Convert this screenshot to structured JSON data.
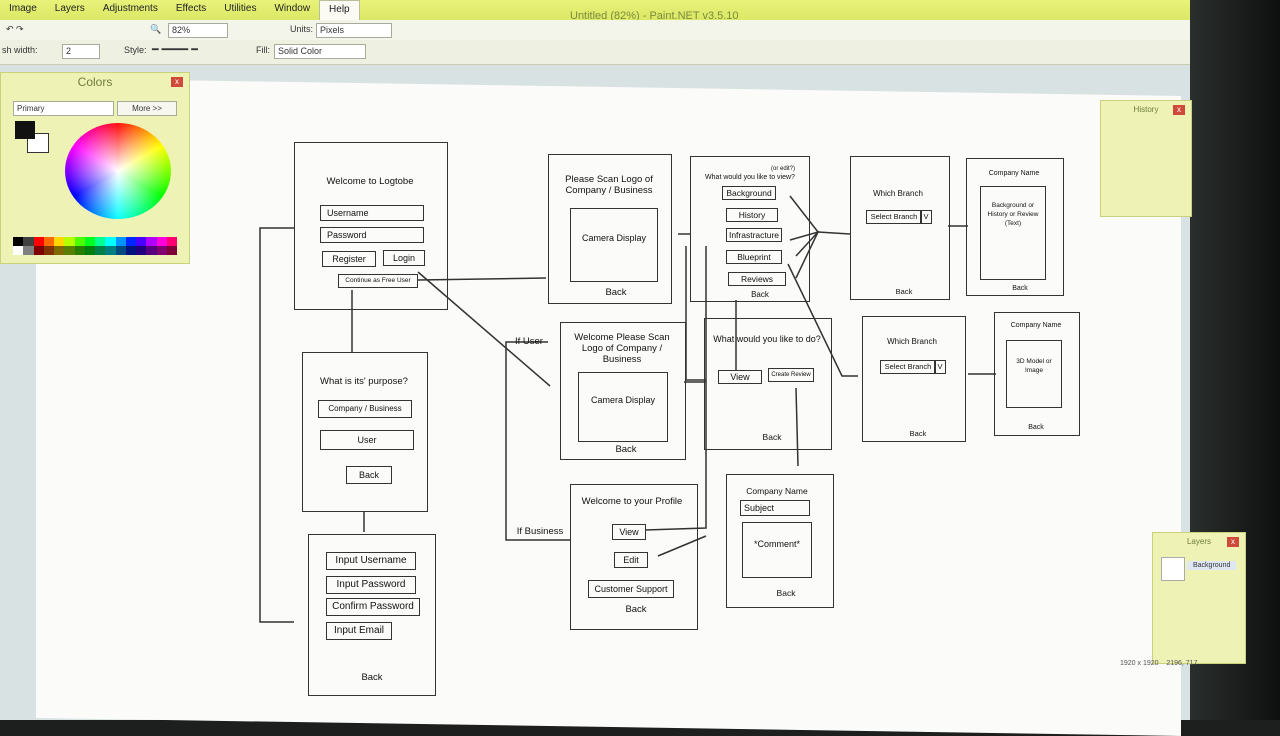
{
  "app": {
    "window_title": "Untitled (82%) - Paint.NET v3.5.10",
    "menu": [
      "Image",
      "Layers",
      "Adjustments",
      "Effects",
      "Utilities",
      "Window",
      "Help"
    ],
    "toolbar": {
      "zoom": "82%",
      "units_label": "Units:",
      "units_value": "Pixels",
      "brush_width_label": "sh width:",
      "brush_width_value": "2",
      "style_label": "Style:",
      "fill_label": "Fill:",
      "fill_value": "Solid Color"
    },
    "colors_panel": {
      "title": "Colors",
      "primary": "Primary",
      "more": "More >>"
    },
    "history_panel": {
      "title": "History"
    },
    "layers_panel": {
      "title": "Layers",
      "layer": "Background"
    },
    "status": {
      "size": "1920 x 1920",
      "coords": "2196, 717"
    }
  },
  "mockup": {
    "login": {
      "title": "Welcome to Logtobe",
      "username": "Username",
      "password": "Password",
      "register": "Register",
      "login": "Login",
      "free_user": "Continue as Free User"
    },
    "purpose": {
      "title": "What is its' purpose?",
      "company": "Company / Business",
      "user": "User",
      "back": "Back"
    },
    "register": {
      "username": "Input Username",
      "password": "Input Password",
      "confirm": "Confirm Password",
      "email": "Input Email",
      "back": "Back"
    },
    "scan1": {
      "title": "Please Scan Logo of Company / Business",
      "camera": "Camera Display",
      "back": "Back"
    },
    "scan2": {
      "title": "Welcome Please Scan Logo of Company / Business",
      "camera": "Camera Display",
      "back": "Back"
    },
    "labels": {
      "if_user": "If User",
      "if_business": "If Business"
    },
    "view_menu": {
      "note": "(or edit?)",
      "title": "What would you like to view?",
      "items": [
        "Background",
        "History",
        "Infrastracture",
        "Blueprint",
        "Reviews"
      ],
      "back": "Back"
    },
    "todo": {
      "title": "What would you like to do?",
      "view": "View",
      "create_review": "Create Review",
      "back": "Back"
    },
    "profile": {
      "title": "Welcome to your Profile",
      "view": "View",
      "edit": "Edit",
      "support": "Customer Support",
      "back": "Back"
    },
    "review_form": {
      "title": "Company Name",
      "subject": "Subject",
      "comment": "*Comment*",
      "back": "Back"
    },
    "branch1": {
      "title": "Which Branch",
      "select": "Select Branch",
      "caret": "V",
      "back": "Back"
    },
    "branch2": {
      "title": "Which Branch",
      "select": "Select Branch",
      "caret": "V",
      "back": "Back"
    },
    "company1": {
      "title": "Company Name",
      "content": "Background or History or Review (Text)",
      "back": "Back"
    },
    "company2": {
      "title": "Company Name",
      "content": "3D Model or Image",
      "back": "Back"
    }
  }
}
